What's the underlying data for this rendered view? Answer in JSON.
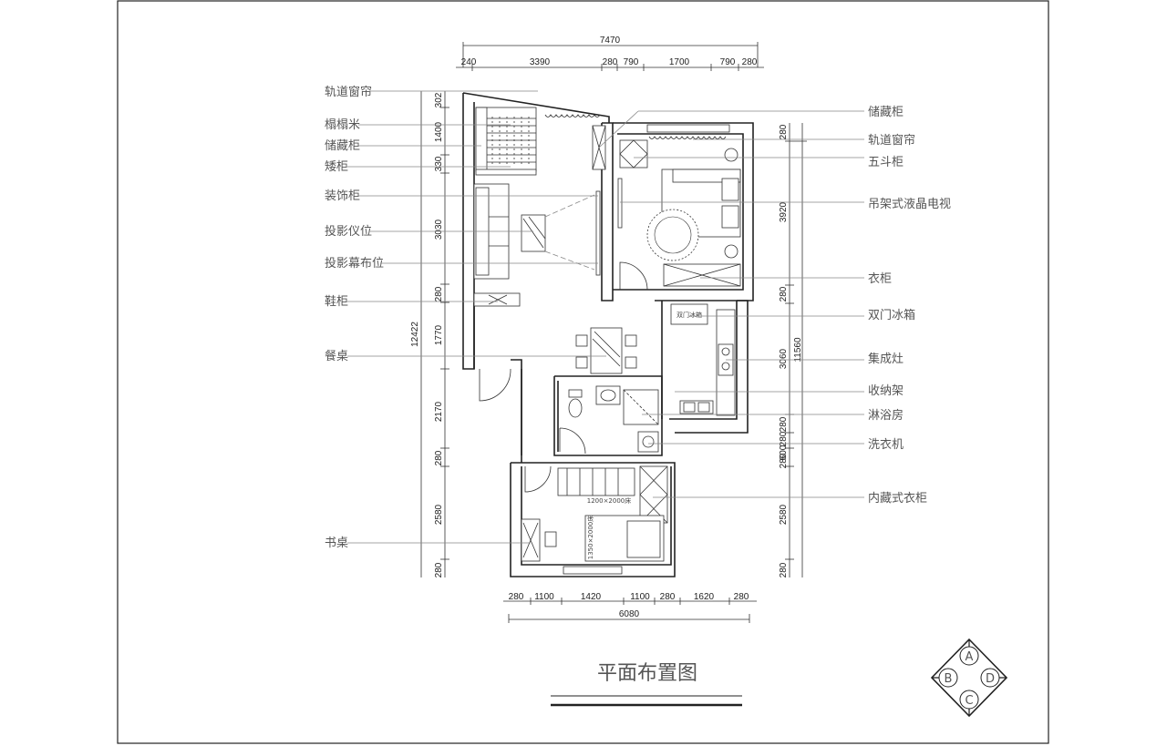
{
  "drawing": {
    "title": "平面布置图",
    "compass": {
      "a": "A",
      "b": "B",
      "c": "C",
      "d": "D"
    }
  },
  "dimensions": {
    "top_total": "7470",
    "top_segments": [
      "240",
      "3390",
      "280",
      "790",
      "1700",
      "790",
      "280"
    ],
    "bottom_total": "6080",
    "bottom_segments": [
      "280",
      "1100",
      "1420",
      "1100",
      "280",
      "1620",
      "280"
    ],
    "left_total": "12422",
    "left_segments": [
      "302",
      "1400",
      "330",
      "3030",
      "280",
      "1770",
      "2170",
      "280",
      "2580",
      "280"
    ],
    "right_total": "11560",
    "right_segments": [
      "280",
      "3920",
      "280",
      "3060",
      "280",
      "280",
      "600",
      "280",
      "2580",
      "280"
    ]
  },
  "labels_left": [
    "轨道窗帘",
    "榻榻米",
    "储藏柜",
    "矮柜",
    "装饰柜",
    "投影仪位",
    "投影幕布位",
    "鞋柜",
    "餐桌",
    "书桌"
  ],
  "labels_right": [
    "储藏柜",
    "轨道窗帘",
    "五斗柜",
    "吊架式液晶电视",
    "衣柜",
    "双门冰箱",
    "集成灶",
    "收纳架",
    "淋浴房",
    "洗衣机",
    "内藏式衣柜"
  ],
  "fixtures": {
    "fridge": "双门冰箱",
    "bed_upper": "1200×2000床",
    "bed_lower": "1350×2000床"
  }
}
